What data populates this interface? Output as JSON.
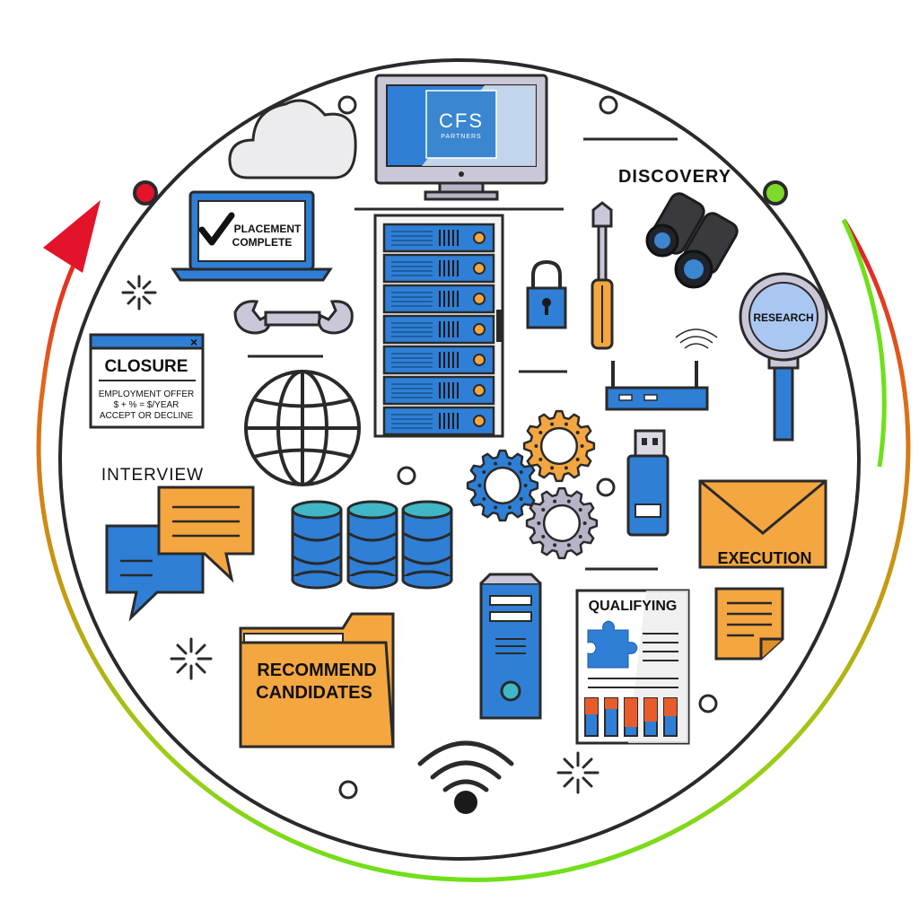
{
  "logo": {
    "line1": "CFS",
    "line2": "PARTNERS"
  },
  "stages": {
    "discovery": "DISCOVERY",
    "research": "RESEARCH",
    "execution": "EXECUTION",
    "qualifying": "QUALIFYING",
    "recommend_line1": "RECOMMEND",
    "recommend_line2": "CANDIDATES",
    "interview": "INTERVIEW",
    "closure": "CLOSURE",
    "placement_line1": "PLACEMENT",
    "placement_line2": "COMPLETE"
  },
  "closure_detail": {
    "line1": "EMPLOYMENT OFFER",
    "line2": "$ + % = $/YEAR",
    "line3": "ACCEPT OR DECLINE"
  },
  "colors": {
    "blue": "#2f7fd6",
    "orange": "#f4a640",
    "start_dot": "#7fd82a",
    "end_dot": "#e3132a",
    "ring_green": "#6ee01a",
    "ring_red": "#e3132a",
    "outline": "#2a2a2a"
  },
  "icons": [
    "cloud-icon",
    "monitor-icon",
    "laptop-icon",
    "binoculars-icon",
    "magnifier-icon",
    "wrench-icon",
    "globe-icon",
    "server-rack-icon",
    "padlock-icon",
    "screwdriver-icon",
    "router-icon",
    "gears-icon",
    "usb-drive-icon",
    "envelope-icon",
    "database-icon",
    "tower-pc-icon",
    "document-icon",
    "sticky-note-icon",
    "folder-icon",
    "chat-bubbles-icon",
    "wifi-icon",
    "sparkle-icon"
  ]
}
